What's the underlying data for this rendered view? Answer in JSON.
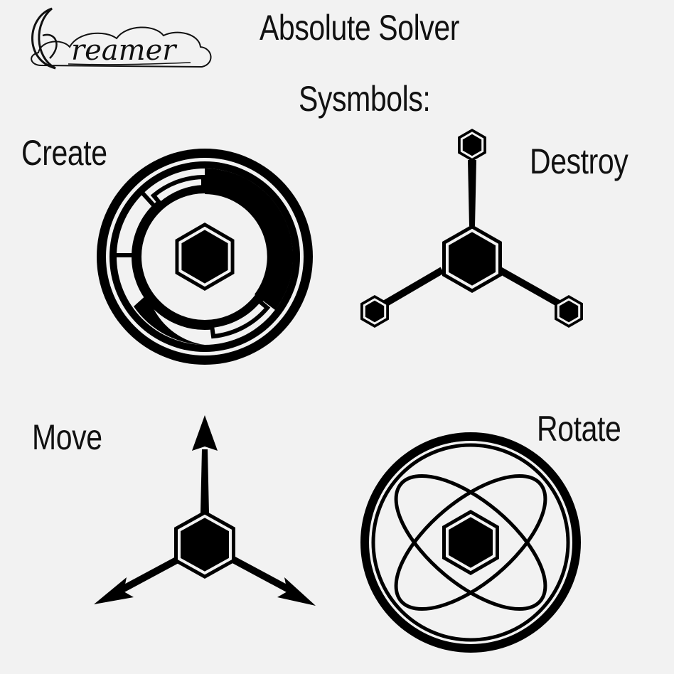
{
  "header": {
    "title": "Absolute Solver",
    "subtitle": "Sysmbols:"
  },
  "logo": {
    "text": "reamer",
    "initial": "D"
  },
  "symbols": [
    {
      "key": "create",
      "label": "Create"
    },
    {
      "key": "destroy",
      "label": "Destroy"
    },
    {
      "key": "move",
      "label": "Move"
    },
    {
      "key": "rotate",
      "label": "Rotate"
    }
  ],
  "colors": {
    "background": "#f2f2f2",
    "ink": "#000000",
    "paper": "#f2f2f2"
  }
}
